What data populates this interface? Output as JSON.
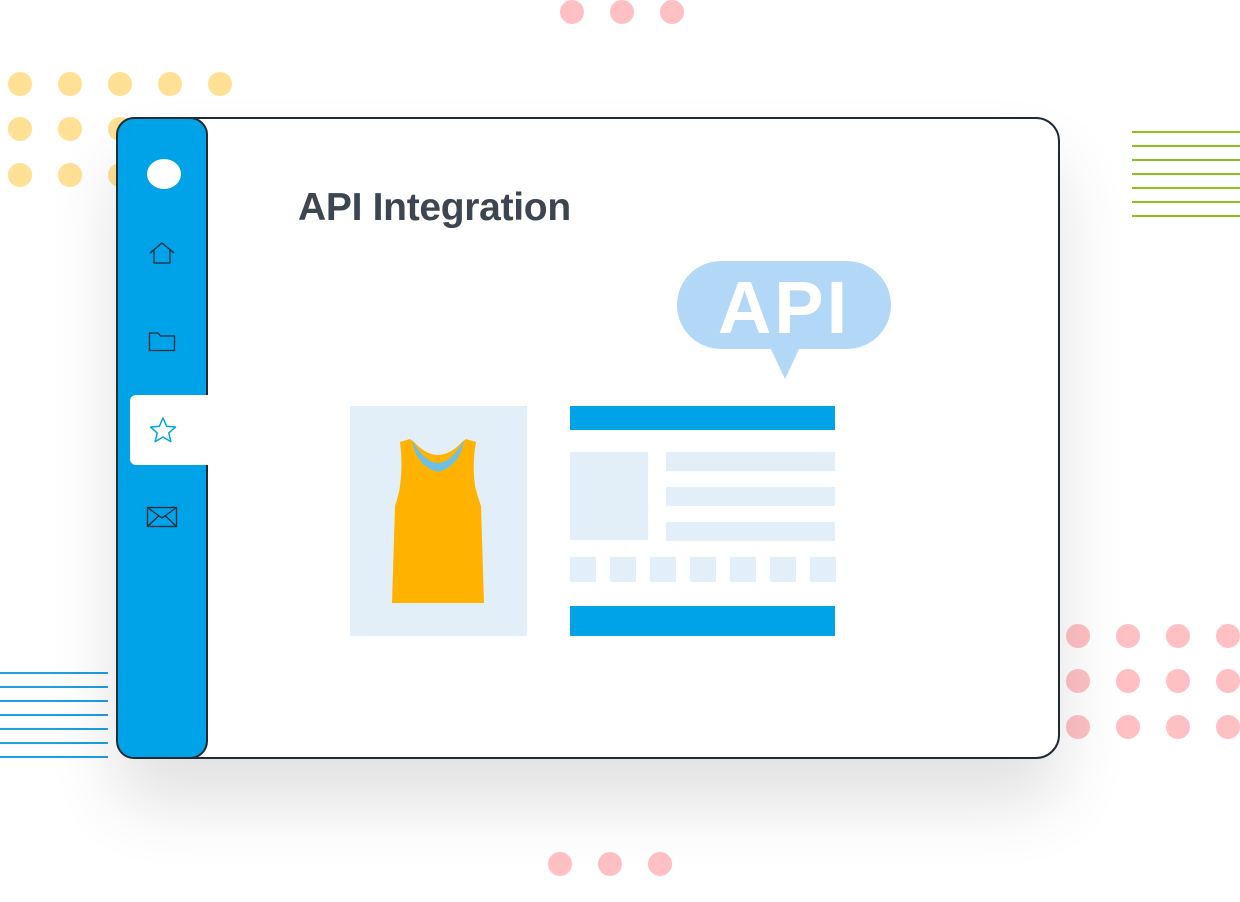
{
  "page": {
    "title": "API Integration",
    "bubble_text": "API"
  },
  "sidebar": {
    "items": [
      {
        "name": "home",
        "icon": "home-icon",
        "active": false
      },
      {
        "name": "folder",
        "icon": "folder-icon",
        "active": false
      },
      {
        "name": "favorites",
        "icon": "star-icon",
        "active": true
      },
      {
        "name": "mail",
        "icon": "envelope-icon",
        "active": false
      }
    ]
  },
  "illustration": {
    "product_icon": "tank-top-icon",
    "layout_icon": "page-layout-wireframe"
  },
  "colors": {
    "sidebar": "#00a3e8",
    "accent_blue": "#00a3e8",
    "light_panel": "#e3eff8",
    "bubble": "#b3d7f7",
    "shirt": "#ffb300",
    "shirt_collar": "#6cc0e4",
    "title_text": "#3d4550",
    "dot_yellow": "#ffe094",
    "dot_pink": "#ffc0c4",
    "stripe_green": "#8dc01f",
    "stripe_blue": "#1e9fe0"
  }
}
